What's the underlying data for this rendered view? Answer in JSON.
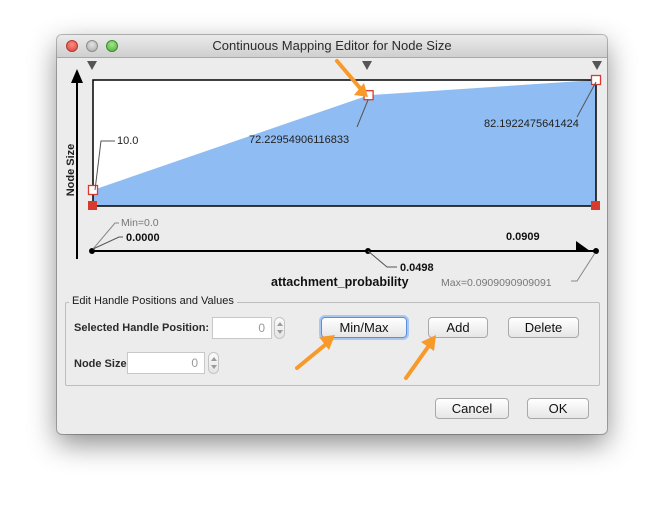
{
  "window": {
    "title": "Continuous Mapping Editor for Node Size"
  },
  "chart_data": {
    "type": "area",
    "ylabel": "Node Size",
    "xlabel": "attachment_probability",
    "x": [
      0.0,
      0.0498,
      0.0909
    ],
    "y": [
      10.0,
      72.22954906116833,
      82.1922475641424
    ],
    "point_labels": [
      "10.0",
      "72.22954906116833",
      "82.1922475641424"
    ],
    "x_labels": [
      "0.0000",
      "0.0498",
      "0.0909"
    ],
    "min_label": "Min=0.0",
    "max_label": "Max=0.0909090909091",
    "fill_color": "#8fbdf3"
  },
  "edit": {
    "group_title": "Edit Handle Positions and Values",
    "selected_position_label": "Selected Handle Position:",
    "selected_position_value": "0",
    "node_size_label": "Node Size",
    "node_size_value": "0"
  },
  "buttons": {
    "minmax": "Min/Max",
    "add": "Add",
    "delete": "Delete",
    "cancel": "Cancel",
    "ok": "OK"
  },
  "colors": {
    "arrow": "#f79a2a",
    "handle": "#d93a2e"
  }
}
